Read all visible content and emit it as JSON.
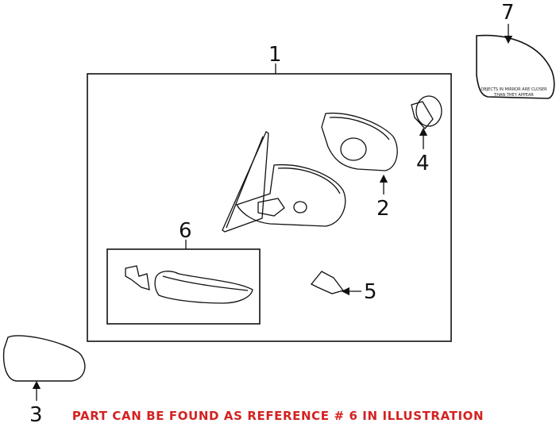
{
  "callouts": [
    "1",
    "2",
    "3",
    "4",
    "5",
    "6",
    "7"
  ],
  "mirror_glass_text": "OBJECTS IN MIRROR ARE CLOSER THAN THEY APPEAR",
  "note": "PART CAN BE FOUND AS REFERENCE # 6 IN ILLUSTRATION",
  "colors": {
    "note": "#d42222",
    "lines": "#111111"
  }
}
